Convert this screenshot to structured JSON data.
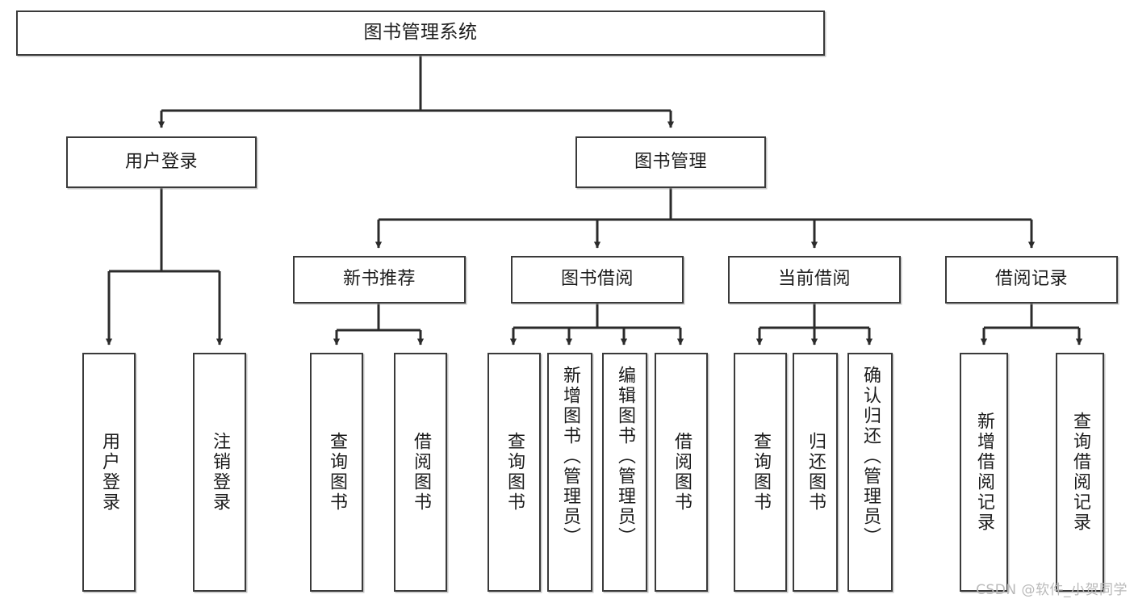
{
  "diagram": {
    "title": "图书管理系统",
    "type": "tree-hierarchy",
    "watermark": "CSDN @软件_小贺同学",
    "colors": {
      "background": "#ffffff",
      "border": "#3a3a3a",
      "text": "#1c1c1c",
      "wire": "#2b2b2b",
      "watermark": "#b9b9b9"
    },
    "levels": {
      "root": "图书管理系统",
      "level1": [
        "用户登录",
        "图书管理"
      ],
      "level2": [
        "新书推荐",
        "图书借阅",
        "当前借阅",
        "借阅记录"
      ]
    },
    "nodes": {
      "root": {
        "label": "图书管理系统"
      },
      "user_login": {
        "label": "用户登录"
      },
      "book_manage": {
        "label": "图书管理"
      },
      "new_book_rec": {
        "label": "新书推荐"
      },
      "book_borrow": {
        "label": "图书借阅"
      },
      "current_borrow": {
        "label": "当前借阅"
      },
      "borrow_record": {
        "label": "借阅记录"
      },
      "leaf_user_login": {
        "label": "用户登录"
      },
      "leaf_logout": {
        "label": "注销登录"
      },
      "leaf_query_book_1": {
        "label": "查询图书"
      },
      "leaf_borrow_book_1": {
        "label": "借阅图书"
      },
      "leaf_query_book_2": {
        "label": "查询图书"
      },
      "leaf_add_book": {
        "label": "新增图书（管理员）"
      },
      "leaf_edit_book": {
        "label": "编辑图书（管理员）"
      },
      "leaf_borrow_book_2": {
        "label": "借阅图书"
      },
      "leaf_query_book_3": {
        "label": "查询图书"
      },
      "leaf_return_book": {
        "label": "归还图书"
      },
      "leaf_confirm_return": {
        "label": "确认归还（管理员）"
      },
      "leaf_add_record": {
        "label": "新增借阅记录"
      },
      "leaf_query_record": {
        "label": "查询借阅记录"
      }
    },
    "edges": [
      {
        "from": "图书管理系统",
        "to": "用户登录"
      },
      {
        "from": "图书管理系统",
        "to": "图书管理"
      },
      {
        "from": "用户登录",
        "to": "用户登录"
      },
      {
        "from": "用户登录",
        "to": "注销登录"
      },
      {
        "from": "图书管理",
        "to": "新书推荐"
      },
      {
        "from": "图书管理",
        "to": "图书借阅"
      },
      {
        "from": "图书管理",
        "to": "当前借阅"
      },
      {
        "from": "图书管理",
        "to": "借阅记录"
      },
      {
        "from": "新书推荐",
        "to": "查询图书"
      },
      {
        "from": "新书推荐",
        "to": "借阅图书"
      },
      {
        "from": "图书借阅",
        "to": "查询图书"
      },
      {
        "from": "图书借阅",
        "to": "新增图书（管理员）"
      },
      {
        "from": "图书借阅",
        "to": "编辑图书（管理员）"
      },
      {
        "from": "图书借阅",
        "to": "借阅图书"
      },
      {
        "from": "当前借阅",
        "to": "查询图书"
      },
      {
        "from": "当前借阅",
        "to": "归还图书"
      },
      {
        "from": "当前借阅",
        "to": "确认归还（管理员）"
      },
      {
        "from": "借阅记录",
        "to": "新增借阅记录"
      },
      {
        "from": "借阅记录",
        "to": "查询借阅记录"
      }
    ]
  }
}
